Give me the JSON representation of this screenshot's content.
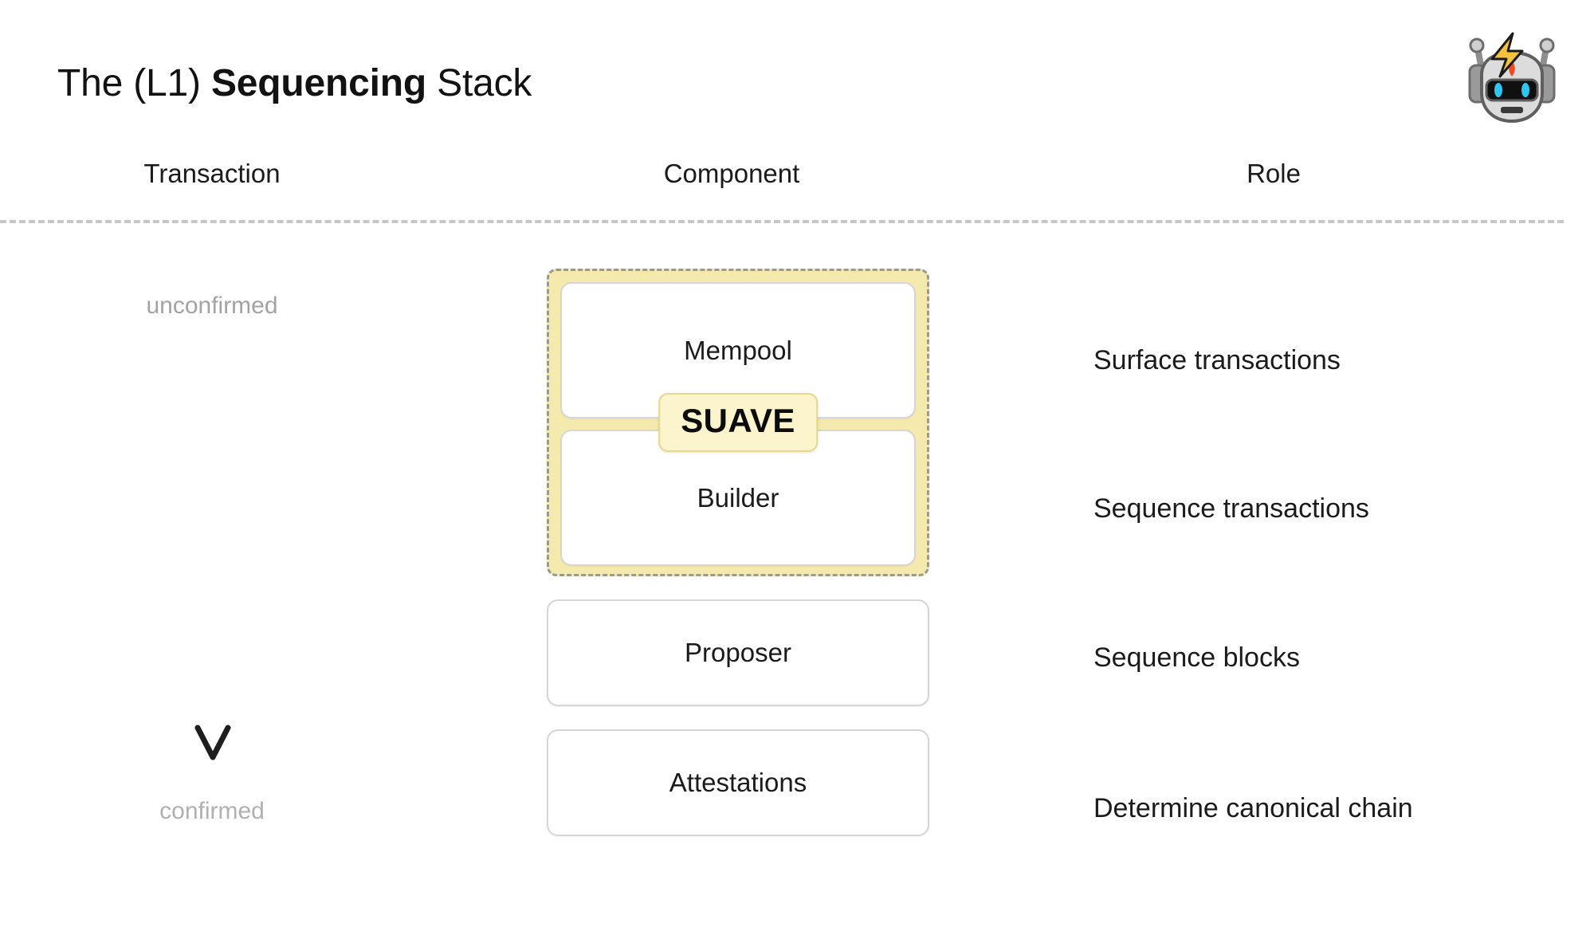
{
  "slide": {
    "title_prefix": "The (L1) ",
    "title_emphasis": "Sequencing",
    "title_suffix": " Stack",
    "background_color": "#ffffff"
  },
  "brand": {
    "logo_name": "flashbots-robot-logo",
    "colors": {
      "head": "#d9d9d9",
      "head_shadow": "#9b9b9b",
      "visor": "#111111",
      "eye": "#2ec5f0",
      "bolt": "#f5c33b",
      "flame": "#f04a23"
    }
  },
  "columns": {
    "headers": [
      {
        "id": "transaction",
        "label": "Transaction"
      },
      {
        "id": "component",
        "label": "Component"
      },
      {
        "id": "role",
        "label": "Role"
      }
    ]
  },
  "divider": {
    "style": "dashed",
    "color": "#c7c7c7"
  },
  "transaction_flow": {
    "top_label": "unconfirmed",
    "bottom_label": "confirmed",
    "arrow_name": "downward-flow-arrow",
    "arrow_direction": "down",
    "label_color": "#a3a3a3"
  },
  "component_stack": {
    "group": {
      "name": "SUAVE",
      "badge_label": "SUAVE",
      "border_style": "dashed",
      "fill_color": "#f5eaae",
      "badge_fill_color": "#fbf4cc",
      "members": [
        {
          "id": "mempool",
          "label": "Mempool"
        },
        {
          "id": "builder",
          "label": "Builder"
        }
      ]
    },
    "standalone": [
      {
        "id": "proposer",
        "label": "Proposer"
      },
      {
        "id": "attestations",
        "label": "Attestations"
      }
    ]
  },
  "roles": [
    {
      "for": "mempool",
      "text": "Surface transactions"
    },
    {
      "for": "builder",
      "text": "Sequence transactions"
    },
    {
      "for": "proposer",
      "text": "Sequence blocks"
    },
    {
      "for": "attestations",
      "text": "Determine canonical chain"
    }
  ]
}
